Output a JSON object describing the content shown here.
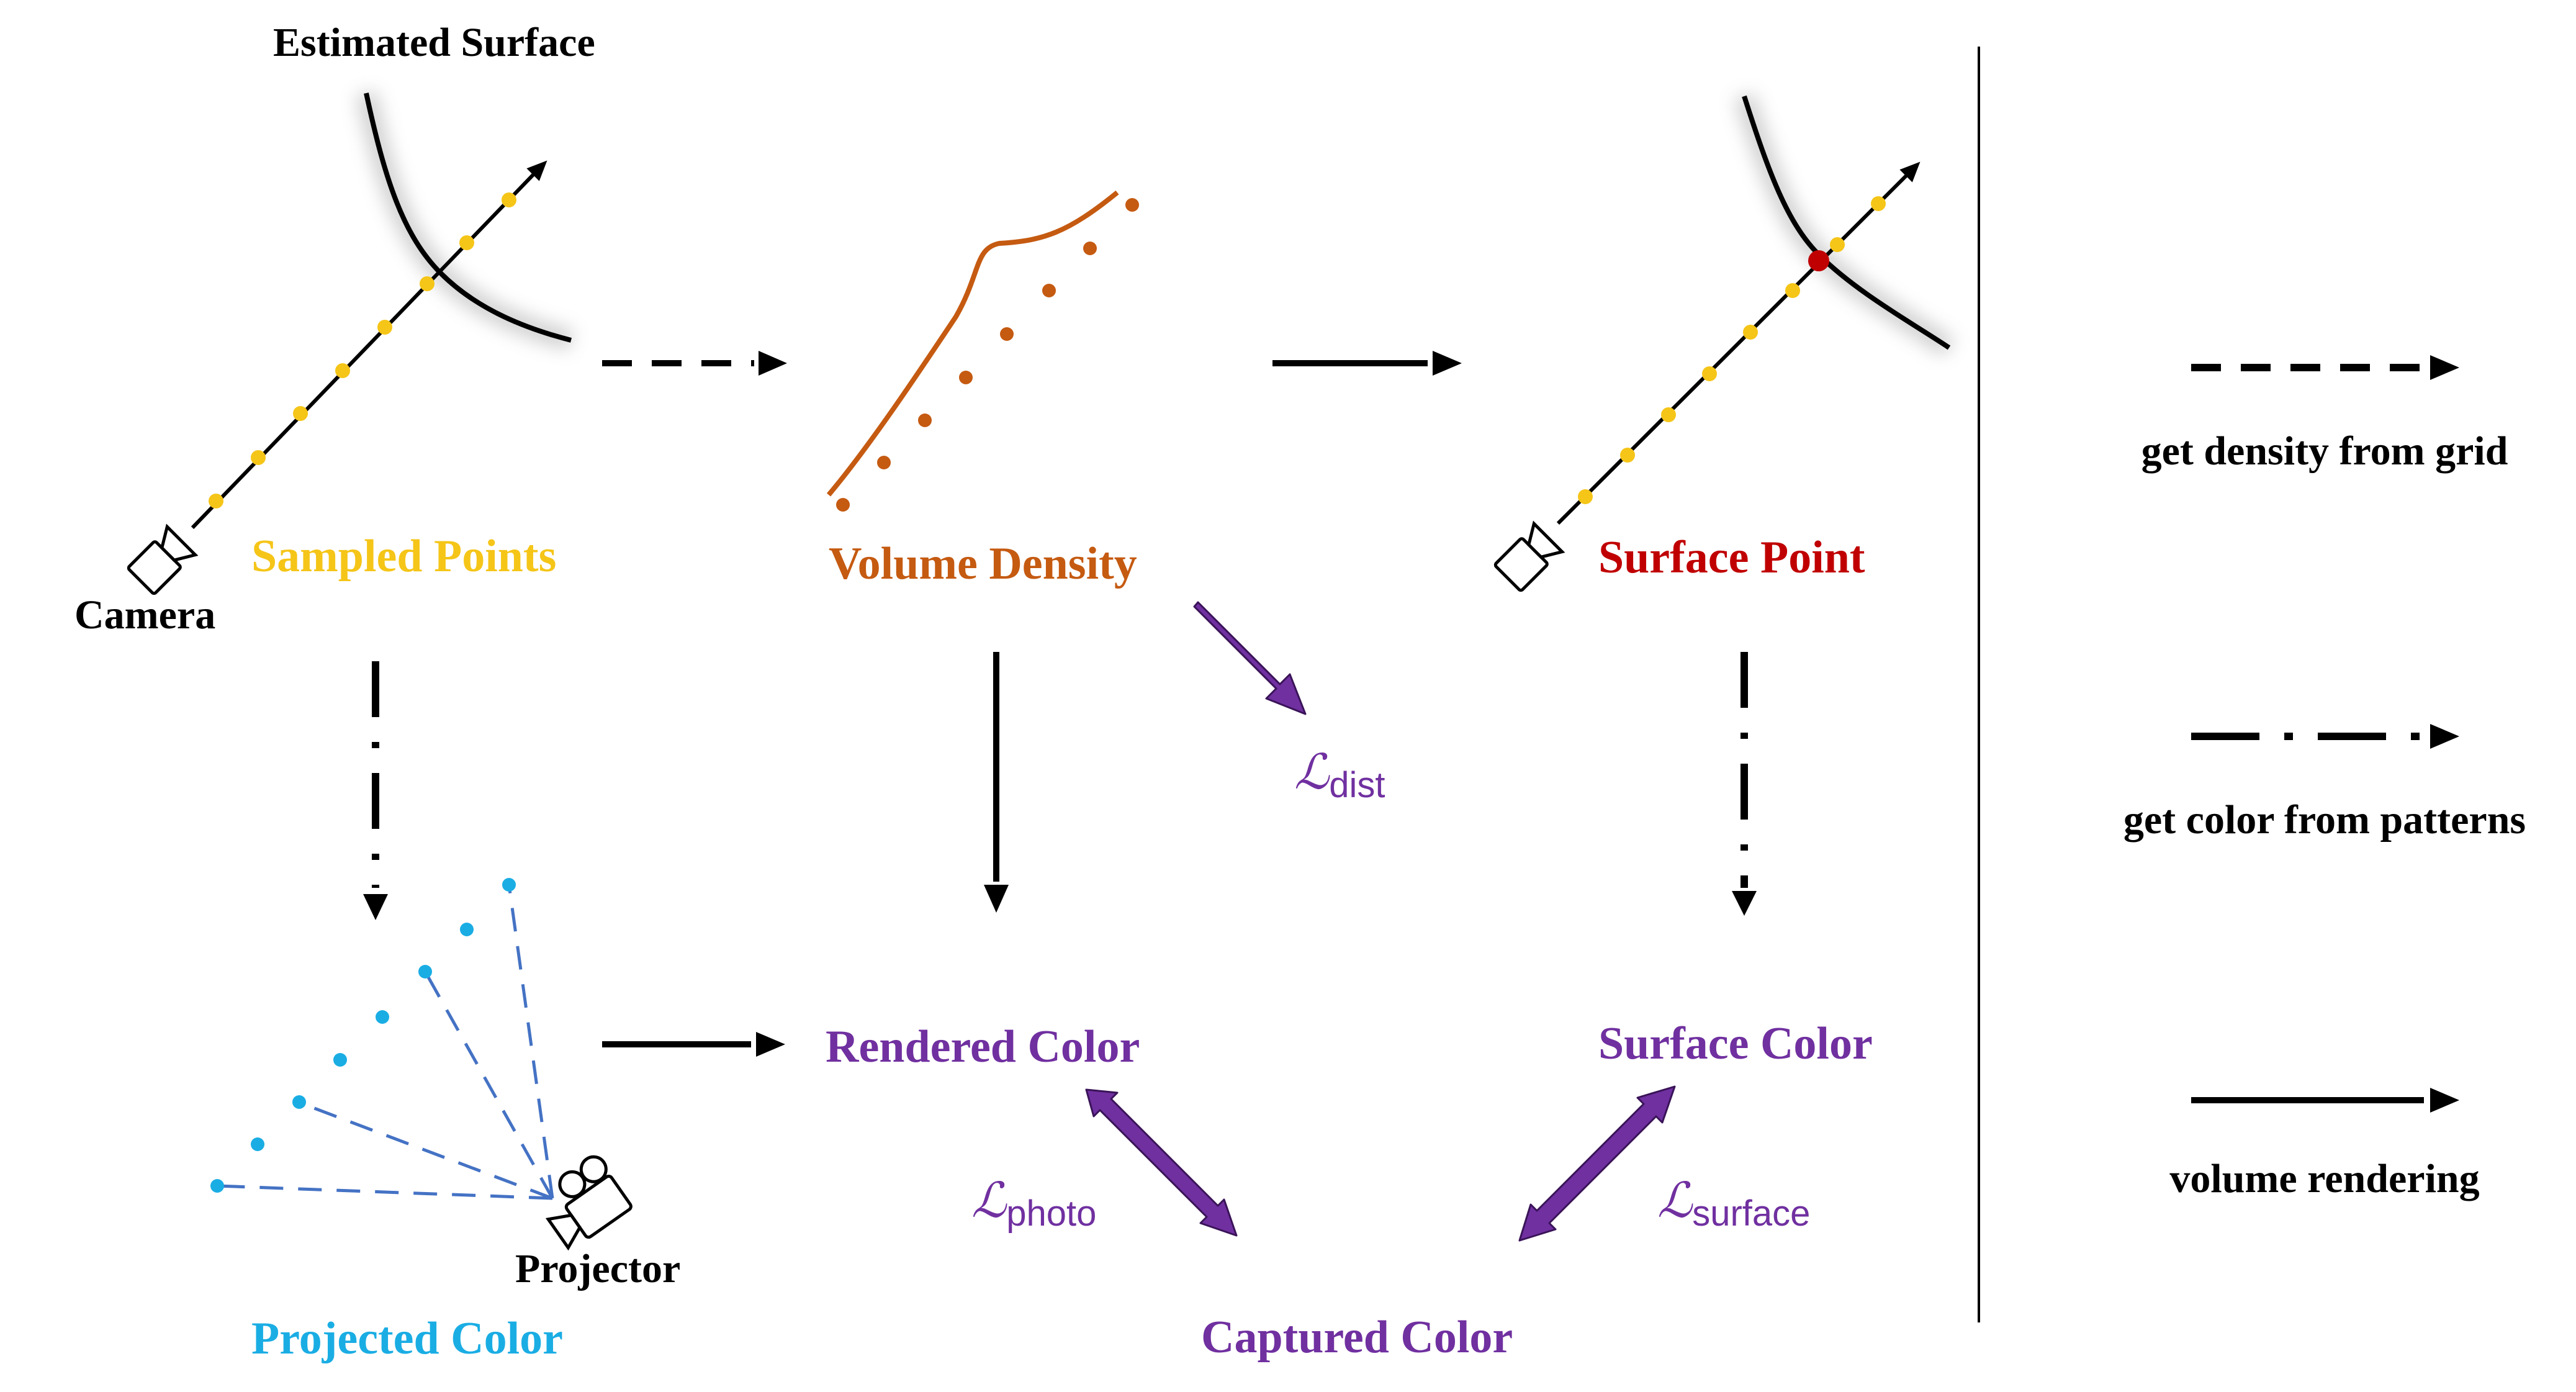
{
  "labels": {
    "estimated_surface": "Estimated Surface",
    "sampled_points": "Sampled Points",
    "camera": "Camera",
    "volume_density": "Volume Density",
    "surface_point": "Surface Point",
    "projected_color": "Projected Color",
    "projector": "Projector",
    "rendered_color": "Rendered Color",
    "surface_color": "Surface Color",
    "captured_color": "Captured Color"
  },
  "losses": {
    "dist": {
      "symbol": "ℒ",
      "subscript": "dist"
    },
    "photo": {
      "symbol": "ℒ",
      "subscript": "photo"
    },
    "surface": {
      "symbol": "ℒ",
      "subscript": "surface"
    }
  },
  "legend": {
    "dashed": "get density from grid",
    "dashdot": "get color from patterns",
    "solid": "volume rendering"
  },
  "colors": {
    "sampled": "#F5C518",
    "density": "#C55A11",
    "surface_point": "#C00000",
    "projected": "#1AADE4",
    "ray_dashes": "#4472C4",
    "loss": "#7030A0",
    "loss_arrow": "#7030A0",
    "ink": "#000000"
  }
}
